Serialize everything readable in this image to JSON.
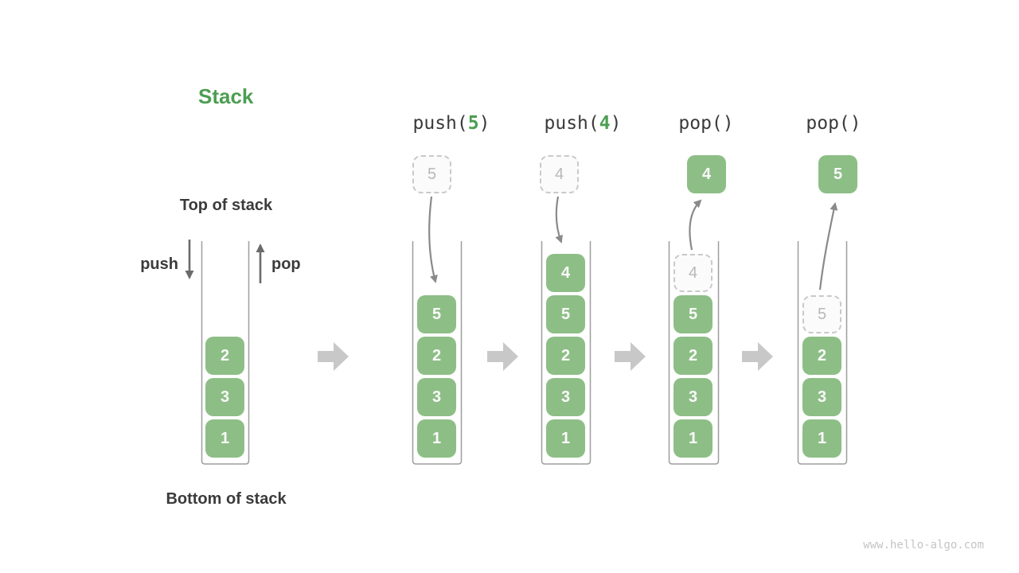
{
  "title": "Stack",
  "annotations": {
    "top_of_stack": "Top of stack",
    "bottom_of_stack": "Bottom of stack",
    "push_arrow_label": "push",
    "pop_arrow_label": "pop"
  },
  "watermark": "www.hello-algo.com",
  "colors": {
    "cell_green": "#8dbe86",
    "accent_green": "#4c9e52",
    "text_dark": "#3b3b3b",
    "container_wall_gray": "#9e9e9e",
    "curved_arrow_gray": "#8a8a8a",
    "push_pop_arrow_gray": "#6b6b6b",
    "block_arrow_gray": "#c8c8c8",
    "ghost_border_gray": "#c9c9c9",
    "ghost_text_gray": "#b8b8b8",
    "watermark_gray": "#c4c4c4"
  },
  "columns": [
    {
      "id": "initial",
      "stack": [
        "2",
        "3",
        "1"
      ]
    },
    {
      "id": "push-5",
      "operation": {
        "pre": "push(",
        "arg": "5",
        "post": ")"
      },
      "incoming": "5",
      "stack": [
        "5",
        "2",
        "3",
        "1"
      ]
    },
    {
      "id": "push-4",
      "operation": {
        "pre": "push(",
        "arg": "4",
        "post": ")"
      },
      "incoming": "4",
      "stack": [
        "4",
        "5",
        "2",
        "3",
        "1"
      ]
    },
    {
      "id": "pop-4",
      "operation": {
        "pre": "pop()",
        "arg": "",
        "post": ""
      },
      "popped": "4",
      "ghost": "4",
      "stack": [
        "5",
        "2",
        "3",
        "1"
      ]
    },
    {
      "id": "pop-5",
      "operation": {
        "pre": "pop()",
        "arg": "",
        "post": ""
      },
      "popped": "5",
      "ghost": "5",
      "stack": [
        "2",
        "3",
        "1"
      ]
    }
  ]
}
